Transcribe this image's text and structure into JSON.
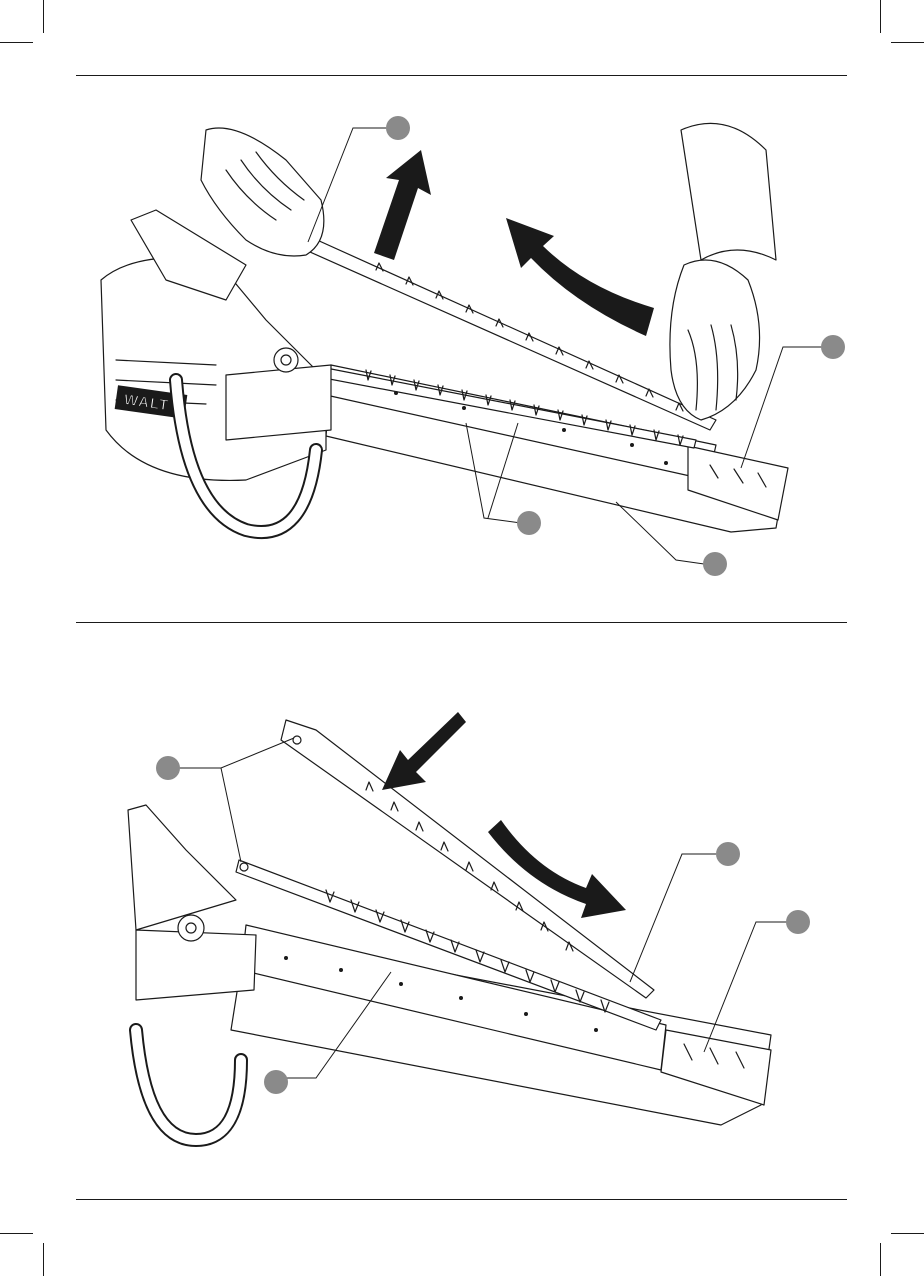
{
  "page": {
    "background": "#ffffff",
    "ink": "#1a1a1a",
    "callout_fill": "#8a8a8a"
  },
  "figure_1": {
    "brand_text": "WALT",
    "callouts": [
      {
        "label": ""
      },
      {
        "label": ""
      },
      {
        "label": ""
      },
      {
        "label": ""
      }
    ],
    "arrows": [
      "straight-up-arrow",
      "curved-up-left-arrow"
    ]
  },
  "figure_2": {
    "callouts": [
      {
        "label": ""
      },
      {
        "label": ""
      },
      {
        "label": ""
      },
      {
        "label": ""
      }
    ],
    "arrows": [
      "straight-down-left-arrow",
      "curved-down-right-arrow"
    ]
  }
}
